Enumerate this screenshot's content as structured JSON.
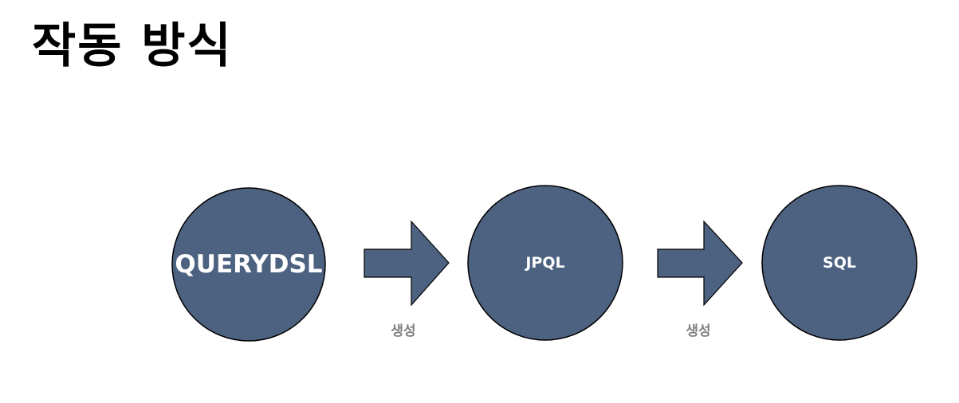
{
  "slide": {
    "title": "작동 방식"
  },
  "diagram": {
    "nodes": [
      {
        "label": "QUERYDSL"
      },
      {
        "label": "JPQL"
      },
      {
        "label": "SQL"
      }
    ],
    "edges": [
      {
        "label": "생성"
      },
      {
        "label": "생성"
      }
    ],
    "colors": {
      "node_fill": "#4d6180",
      "outline": "#000000",
      "node_text": "#ffffff",
      "edge_label": "#7f7f7f"
    }
  }
}
